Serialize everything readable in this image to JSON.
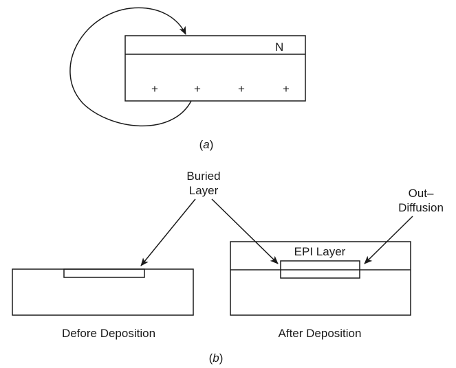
{
  "panel_a": {
    "layer_label": "N",
    "charges": [
      "+",
      "+",
      "+",
      "+"
    ],
    "caption": {
      "open": "(",
      "letter": "a",
      "close": ")"
    }
  },
  "panel_b": {
    "buried_label": [
      "Buried",
      "Layer"
    ],
    "out_diffusion_label": [
      "Out–",
      "Diffusion"
    ],
    "epi_label": "EPI Layer",
    "before_caption": "Defore Deposition",
    "after_caption": "After Deposition",
    "caption": {
      "open": "(",
      "letter": "b",
      "close": ")"
    }
  }
}
